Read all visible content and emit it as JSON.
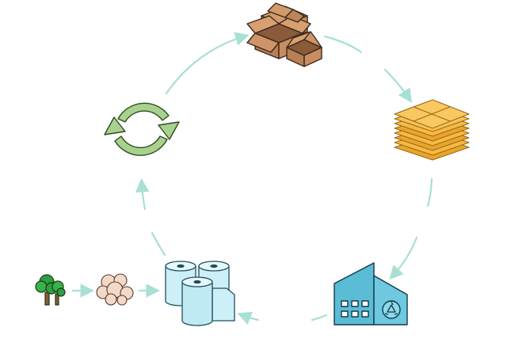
{
  "diagram": {
    "type": "cycle",
    "colors": {
      "arrow": "#a8e0d4",
      "cardboard": "#c08a5e",
      "cardboard_dark": "#8a5a3a",
      "flat_cardboard": "#f6b944",
      "factory": "#5bbcd6",
      "paper_roll": "#cdeff7",
      "recycle_icon": "#a9d18e",
      "tree": "#2f9e44",
      "pulp": "#f3d9c8"
    },
    "nodes": [
      {
        "id": "cardboard-boxes",
        "icon": "cardboard-boxes-icon"
      },
      {
        "id": "flattened-cardboard",
        "icon": "flattened-cardboard-stack-icon"
      },
      {
        "id": "recycling-factory",
        "icon": "recycling-factory-icon"
      },
      {
        "id": "paper-rolls",
        "icon": "paper-rolls-icon"
      },
      {
        "id": "recycle",
        "icon": "recycle-arrows-icon"
      },
      {
        "id": "trees",
        "icon": "trees-icon"
      },
      {
        "id": "pulp",
        "icon": "pulp-icon"
      }
    ],
    "cycle_order": [
      "cardboard-boxes",
      "flattened-cardboard",
      "recycling-factory",
      "paper-rolls",
      "recycle",
      "cardboard-boxes"
    ],
    "feed_in": [
      "trees",
      "pulp",
      "paper-rolls"
    ]
  }
}
